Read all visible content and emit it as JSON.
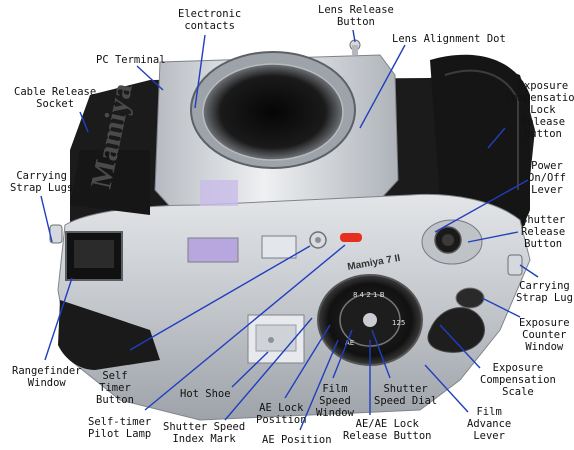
{
  "brand_text": "Mamiya",
  "model_text": "Mamiya 7 II",
  "colors": {
    "leader": "#1f3fbf",
    "label_text": "#111111",
    "body_silver": "#c9ccd1",
    "body_black": "#1b1b1b",
    "led_red": "#e53020"
  },
  "labels": [
    {
      "id": "electronic-contacts",
      "lines": [
        "Electronic",
        "contacts"
      ]
    },
    {
      "id": "lens-release-button",
      "lines": [
        "Lens Release",
        "Button"
      ]
    },
    {
      "id": "lens-alignment-dot",
      "lines": [
        "Lens Alignment Dot"
      ]
    },
    {
      "id": "pc-terminal",
      "lines": [
        "PC Terminal"
      ]
    },
    {
      "id": "cable-release-socket",
      "lines": [
        "Cable Release",
        "Socket"
      ]
    },
    {
      "id": "exposure-compensation-lock-release-button",
      "lines": [
        "Exposure",
        "Compensation",
        "Lock",
        "Release",
        "Button"
      ]
    },
    {
      "id": "carrying-strap-lugs",
      "lines": [
        "Carrying",
        "Strap Lugs"
      ]
    },
    {
      "id": "power-on-off-lever",
      "lines": [
        "Power",
        "On/Off",
        "Lever"
      ]
    },
    {
      "id": "shutter-release-button",
      "lines": [
        "Shutter",
        "Release",
        "Button"
      ]
    },
    {
      "id": "carrying-strap-lug",
      "lines": [
        "Carrying",
        "Strap Lug"
      ]
    },
    {
      "id": "exposure-counter-window",
      "lines": [
        "Exposure",
        "Counter",
        "Window"
      ]
    },
    {
      "id": "rangefinder-window",
      "lines": [
        "Rangefinder",
        "Window"
      ]
    },
    {
      "id": "self-timer-button",
      "lines": [
        "Self",
        "Timer",
        "Button"
      ]
    },
    {
      "id": "exposure-compensation-scale",
      "lines": [
        "Exposure",
        "Compensation",
        "Scale"
      ]
    },
    {
      "id": "hot-shoe",
      "lines": [
        "Hot Shoe"
      ]
    },
    {
      "id": "ae-lock-position",
      "lines": [
        "AE Lock",
        "Position"
      ]
    },
    {
      "id": "film-speed-window",
      "lines": [
        "Film",
        "Speed",
        "Window"
      ]
    },
    {
      "id": "shutter-speed-dial",
      "lines": [
        "Shutter",
        "Speed Dial"
      ]
    },
    {
      "id": "film-advance-lever",
      "lines": [
        "Film",
        "Advance",
        "Lever"
      ]
    },
    {
      "id": "self-timer-pilot-lamp",
      "lines": [
        "Self-timer",
        "Pilot Lamp"
      ]
    },
    {
      "id": "shutter-speed-index-mark",
      "lines": [
        "Shutter Speed",
        "Index Mark"
      ]
    },
    {
      "id": "ae-ae-lock-release-button",
      "lines": [
        "AE/AE Lock",
        "Release Button"
      ]
    },
    {
      "id": "ae-position",
      "lines": [
        "AE Position"
      ]
    }
  ]
}
